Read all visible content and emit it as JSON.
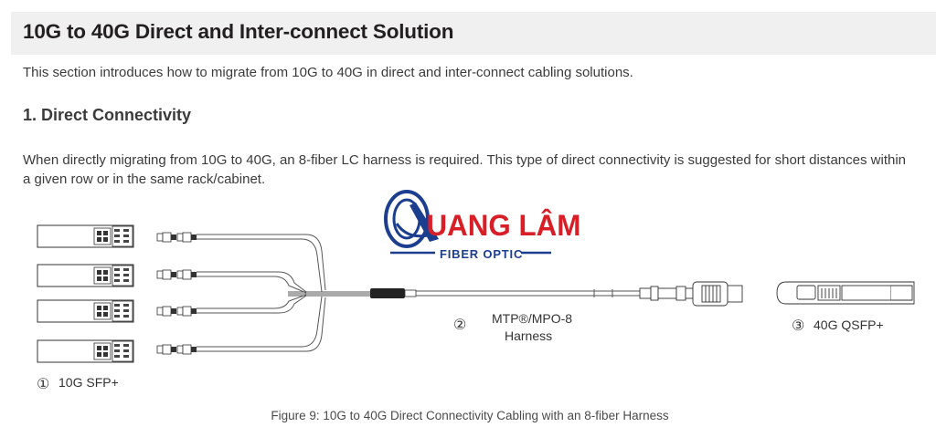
{
  "header": {
    "title": "10G to 40G Direct and Inter-connect Solution"
  },
  "intro": "This section introduces how to migrate from 10G to 40G in direct and inter-connect cabling solutions.",
  "section": {
    "heading": "1. Direct Connectivity",
    "description": "When directly migrating from 10G to 40G, an 8-fiber LC harness is required. This type of direct connectivity is suggested for short distances within a given row or in the same rack/cabinet."
  },
  "diagram": {
    "label_sfp_num": "①",
    "label_sfp": "10G SFP+",
    "label_harness_num": "②",
    "label_harness_line1": "MTP®/MPO-8",
    "label_harness_line2": "Harness",
    "label_qsfp_num": "③",
    "label_qsfp": "40G QSFP+",
    "watermark": {
      "brand": "UANG LÂM",
      "sub": "FIBER OPTIC",
      "color_blue": "#1c3e8f",
      "color_red": "#d81e26"
    }
  },
  "caption": "Figure 9:  10G to 40G Direct Connectivity Cabling with an 8-fiber Harness"
}
